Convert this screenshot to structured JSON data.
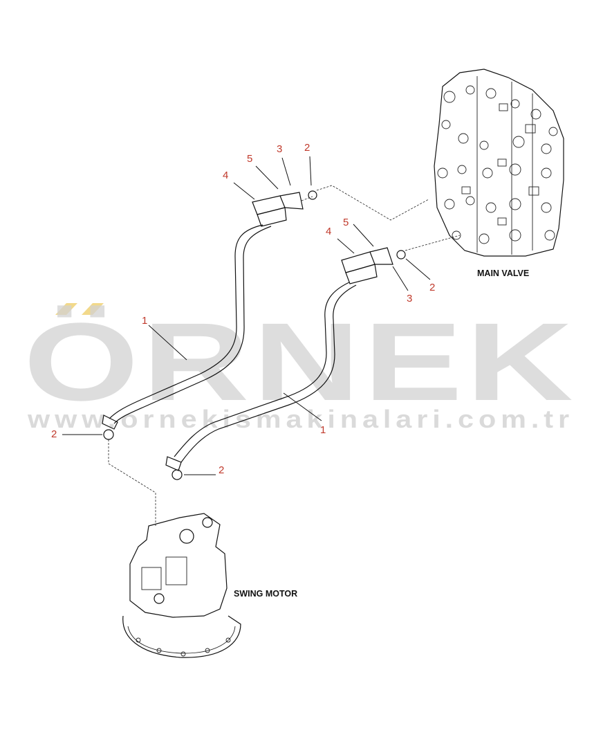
{
  "callouts": {
    "upper": {
      "n4": "4",
      "n5": "5",
      "n3": "3",
      "n2": "2"
    },
    "middle": {
      "n4": "4",
      "n5": "5",
      "n3": "3",
      "n2": "2"
    },
    "hose_left": "1",
    "hose_right": "1",
    "oring_left": "2",
    "oring_right": "2"
  },
  "labels": {
    "main_valve": "MAIN VALVE",
    "swing_motor": "SWING MOTOR"
  },
  "watermark": {
    "brand": "ÖRNEK",
    "url": "www.ornekismakinalari.com.tr",
    "accent_color": "#f2d98a",
    "color": "#d2d2d2"
  },
  "colors": {
    "callout": "#c0392b",
    "line": "#111111"
  }
}
